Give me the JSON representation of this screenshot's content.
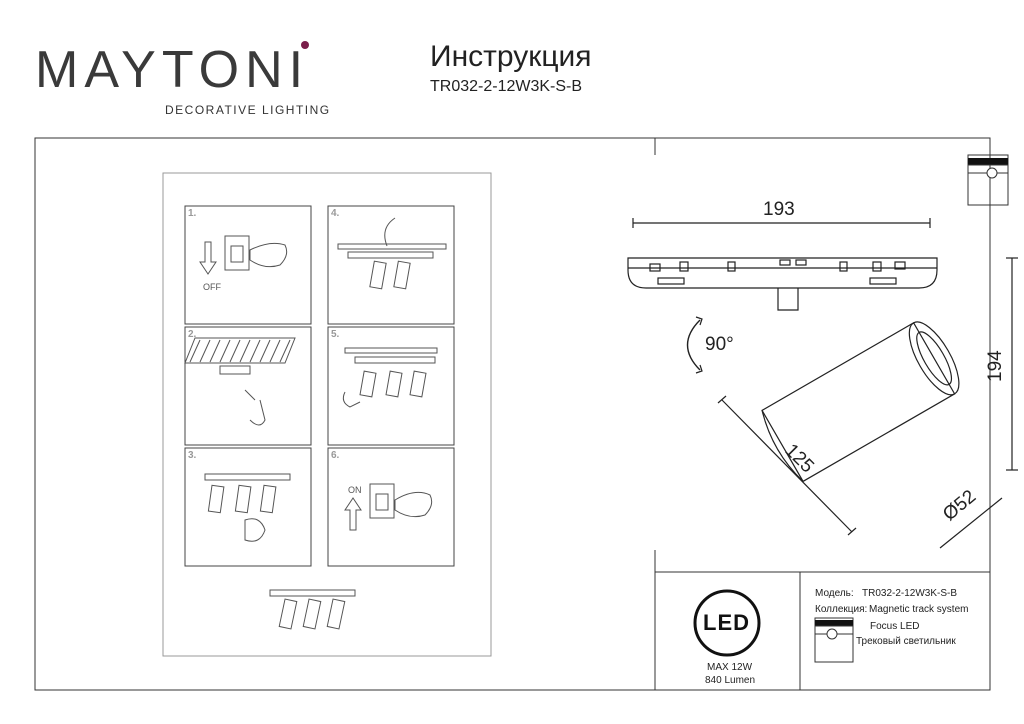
{
  "header": {
    "brand": "MAYTONI",
    "brand_sub": "DECORATIVE LIGHTING",
    "title": "Инструкция",
    "model_code": "TR032-2-12W3K-S-B"
  },
  "steps": [
    "1.",
    "2.",
    "3.",
    "4.",
    "5.",
    "6."
  ],
  "step_icons": [
    "switch-off-icon",
    "ceiling-drill-icon",
    "screwdriver-icon",
    "wire-connect-icon",
    "mount-icon",
    "switch-on-icon"
  ],
  "drawing": {
    "width": "193",
    "height": "194",
    "length": "125",
    "diameter": "Ø52",
    "rotation": "90°"
  },
  "info": {
    "model_label": "Модель:",
    "model_value": "TR032-2-12W3K-S-B",
    "collection_label": "Коллекция:",
    "collection_value": "Magnetic track system",
    "series": "Focus LED",
    "type": "Трековый светильник",
    "led": "LED",
    "power": "MAX 12W",
    "lumen": "840 Lumen"
  }
}
